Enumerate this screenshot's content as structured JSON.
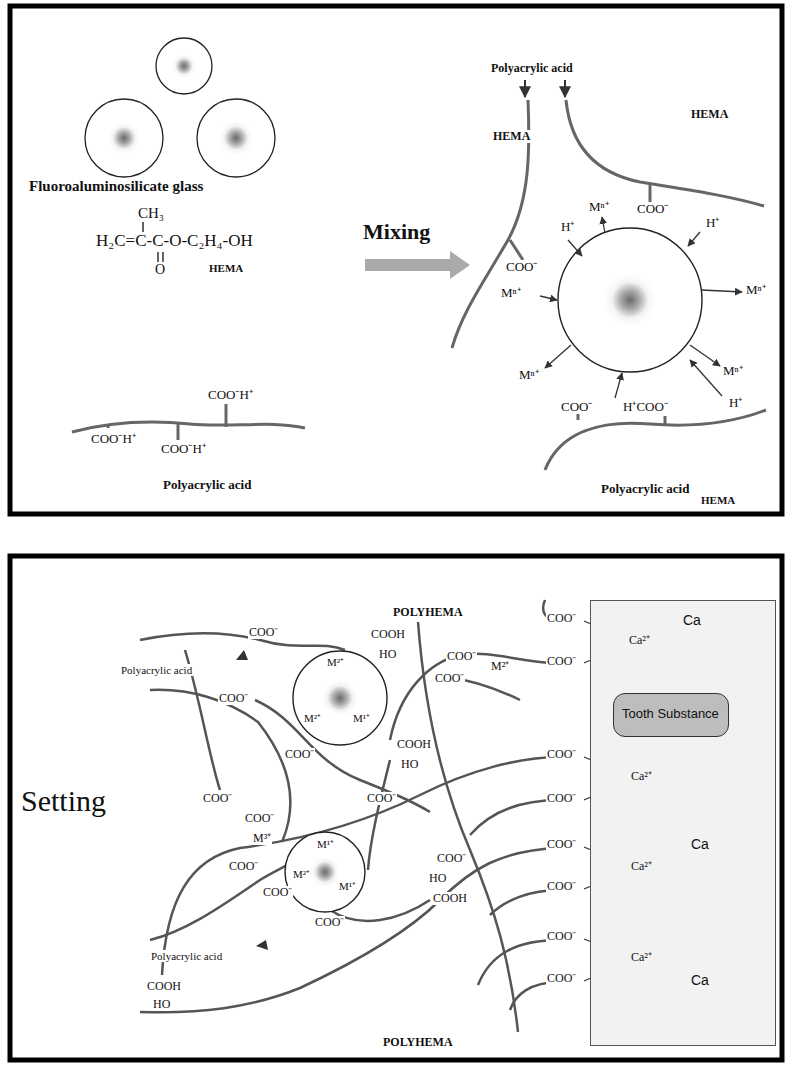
{
  "diagram": {
    "nodes": [
      {
        "text": [
          "Ca",
          "Ca",
          "Ca"
        ]
      },
      {
        "text": [
          "Tooth Substance"
        ],
        "in": 0
      }
    ],
    "labels": [
      "Fluoroaluminosilicate glass",
      "CH₃",
      "H₂C=C-C-O-C₂H₄-OH",
      "O",
      "HEMA",
      "COO⁻H⁺",
      "COO⁻H⁺",
      "COO⁻H⁺",
      "Polyacrylic acid",
      "Mixing",
      "Polyacrylic acid",
      "HEMA",
      "HEMA",
      "Mⁿ⁺",
      "COO⁻",
      "H⁺",
      "H⁺",
      "COO⁻",
      "Mⁿ⁺",
      "Mⁿ⁺",
      "Mⁿ⁺",
      "Mⁿ⁺",
      "COO⁻",
      "H⁺COO⁻",
      "H⁺",
      "Polyacrylic acid",
      "HEMA",
      "Setting",
      "POLYHEMA",
      "POLYHEMA",
      "Polyacrylic acid",
      "Polyacrylic acid",
      "M²⁺",
      "M²⁺",
      "M¹⁺",
      "M¹⁺",
      "M²⁺",
      "M¹⁺",
      "COO⁻",
      "COOH",
      "HO",
      "COO⁻",
      "M²⁺",
      "COO⁻",
      "COO⁻",
      "COO⁻",
      "COOH",
      "HO",
      "COO⁻",
      "COO⁻",
      "COO⁻",
      "M³⁺",
      "COO⁻",
      "COO⁻",
      "COO⁻",
      "HO",
      "COOH",
      "COO⁻",
      "COOH",
      "HO",
      "COO⁻",
      "Ca²⁺",
      "COO⁻",
      "COO⁻",
      "Ca²⁺",
      "COO⁻",
      "COO⁻",
      "Ca²⁺",
      "COO⁻",
      "COO⁻",
      "Ca²⁺",
      "COO⁻"
    ]
  }
}
